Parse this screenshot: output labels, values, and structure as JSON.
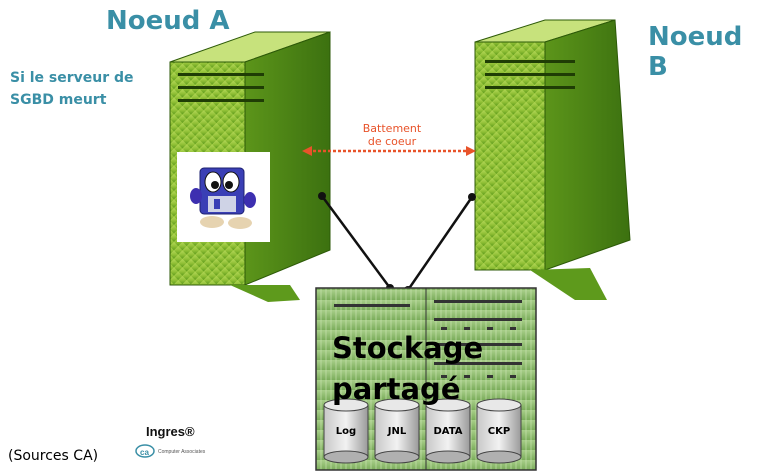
{
  "node_a": {
    "title": "Noeud A",
    "note": "Si le serveur de SGBD meurt"
  },
  "node_b": {
    "title": "Noeud B"
  },
  "heartbeat": {
    "line1": "Battement",
    "line2": "de coeur"
  },
  "storage": {
    "line1": "Stockage",
    "line2": "partagé",
    "disks": [
      "Log",
      "JNL",
      "DATA",
      "CKP"
    ]
  },
  "footer": {
    "source": "(Sources CA)",
    "brand": "Ingres®",
    "company_logo_text": "ca",
    "company_name": "Computer Associates"
  },
  "colors": {
    "title": "#3a8fa6",
    "heartbeat": "#e8532a",
    "server_light": "#9cc93f",
    "server_dark": "#3f7a10"
  }
}
